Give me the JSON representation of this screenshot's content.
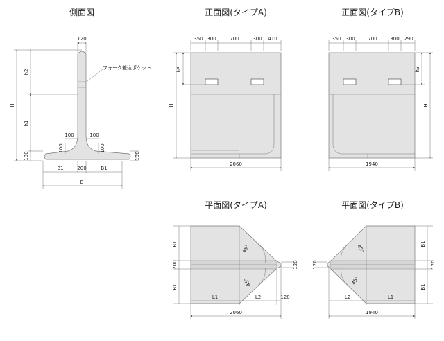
{
  "titles": {
    "side_view": "側面図",
    "front_a": "正面図(タイプA)",
    "front_b": "正面図(タイプB)",
    "plan_a": "平面図(タイプA)",
    "plan_b": "平面図(タイプB)"
  },
  "side_view": {
    "fork_label": "フォーク差込ポケット",
    "top_width": "120",
    "h2": "h2",
    "h1": "h1",
    "H": "H",
    "base_h": "130",
    "base_h_right": "130",
    "fillet_left": "100",
    "fillet_right": "100",
    "fillet_v_left": "100",
    "fillet_v_right": "100",
    "b1_left": "B1",
    "web": "200",
    "b1_right": "B1",
    "B": "B"
  },
  "front_a": {
    "top_dims": [
      "350",
      "300",
      "700",
      "300",
      "410"
    ],
    "h3": "h3",
    "H": "H",
    "width": "2060"
  },
  "front_b": {
    "top_dims": [
      "350",
      "300",
      "700",
      "300",
      "290"
    ],
    "h3": "h3",
    "H": "H",
    "width": "1940"
  },
  "plan_a": {
    "b1_top": "B1",
    "web": "200",
    "b1_bottom": "B1",
    "right_dim": "120",
    "angle_top": "45°",
    "angle_bottom": "45°",
    "l1": "L1",
    "l2": "L2",
    "tip": "120",
    "width": "2060"
  },
  "plan_b": {
    "b1_top": "B1",
    "web": "120",
    "b1_bottom": "B1",
    "left_dim": "120",
    "angle_top": "45°",
    "angle_bottom": "45°",
    "l2": "L2",
    "l1": "L1",
    "width": "1940"
  }
}
